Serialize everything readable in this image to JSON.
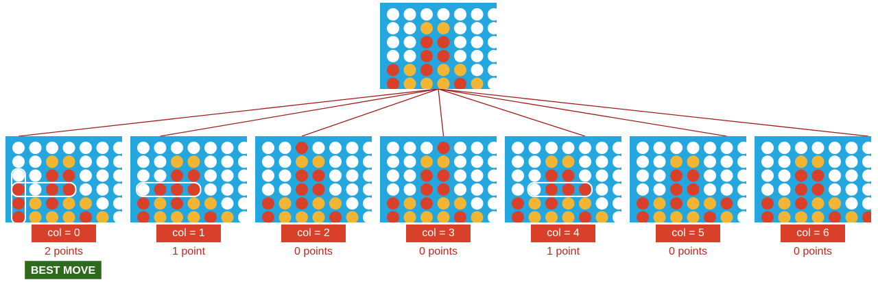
{
  "colors": {
    "board": "#24a6df",
    "empty": "#ffffff",
    "red": "#d9402a",
    "yellow": "#f2b634",
    "edge": "#a01a1a",
    "label_bg": "#d9402a",
    "best_move_bg": "#2e6a1d"
  },
  "root": {
    "grid": [
      "EEEEEEE",
      "EEYYEEE",
      "EERREEE",
      "EERREEE",
      "RYRYYEE",
      "RYYYRYE"
    ]
  },
  "children": [
    {
      "label": "col = 0",
      "points": "2 points",
      "best": true,
      "grid": [
        "EEEEEEE",
        "EEYYEEE",
        "EERREEE",
        "RERREEE",
        "RYRYYEE",
        "RYYYRYE"
      ],
      "highlights": [
        {
          "orientation": "horizontal",
          "row": 3,
          "col_start": 0,
          "col_end": 3
        },
        {
          "orientation": "vertical",
          "col": 0,
          "row_start": 2,
          "row_end": 5
        }
      ]
    },
    {
      "label": "col = 1",
      "points": "1 point",
      "best": false,
      "grid": [
        "EEEEEEE",
        "EEYYEEE",
        "EERREEE",
        "ERRREEE",
        "RYRYYEE",
        "RYYYRYE"
      ],
      "highlights": [
        {
          "orientation": "horizontal",
          "row": 3,
          "col_start": 0,
          "col_end": 3
        }
      ]
    },
    {
      "label": "col = 2",
      "points": "0 points",
      "best": false,
      "grid": [
        "EEREEEE",
        "EEYYEEE",
        "EERREEE",
        "EERREEE",
        "RYRYYEE",
        "RYYYRYE"
      ],
      "highlights": []
    },
    {
      "label": "col = 3",
      "points": "0 points",
      "best": false,
      "grid": [
        "EEEREEE",
        "EEYYEEE",
        "EERREEE",
        "EERREEE",
        "RYRYYEE",
        "RYYYRYE"
      ],
      "highlights": []
    },
    {
      "label": "col = 4",
      "points": "1 point",
      "best": false,
      "grid": [
        "EEEEEEE",
        "EEYYEEE",
        "EERREEE",
        "EERRREE",
        "RYRYYEE",
        "RYYYRYE"
      ],
      "highlights": [
        {
          "orientation": "horizontal",
          "row": 3,
          "col_start": 1,
          "col_end": 4
        }
      ]
    },
    {
      "label": "col = 5",
      "points": "0 points",
      "best": false,
      "grid": [
        "EEEEEEE",
        "EEYYEEE",
        "EERREEE",
        "EERREEE",
        "RYRYYRE",
        "RYYYRYE"
      ],
      "highlights": []
    },
    {
      "label": "col = 6",
      "points": "0 points",
      "best": false,
      "grid": [
        "EEEEEEE",
        "EEYYEEE",
        "EERREEE",
        "EERREEE",
        "RYRYYEE",
        "RYYYRYR"
      ],
      "highlights": []
    }
  ],
  "best_move_label": "BEST MOVE"
}
